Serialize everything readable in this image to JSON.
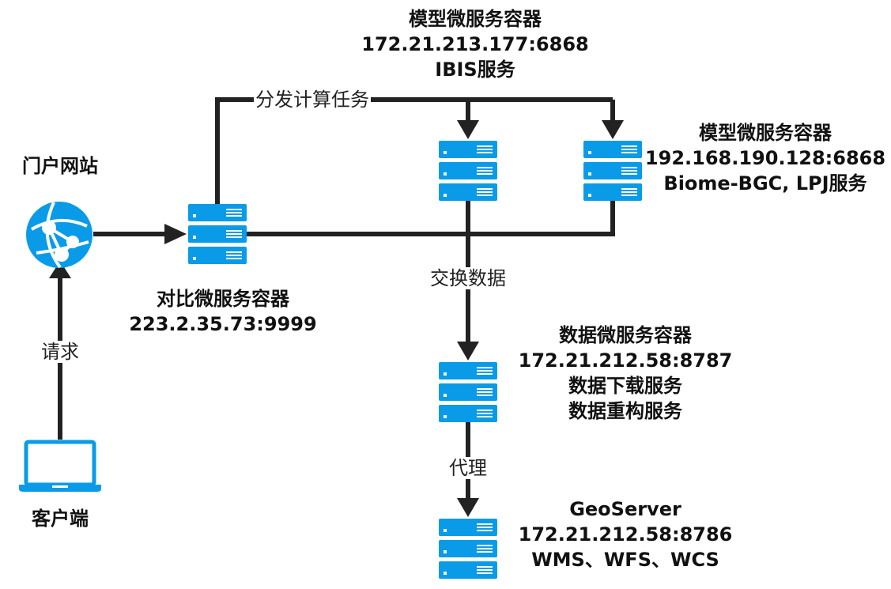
{
  "colors": {
    "server": "#0a9be8",
    "line": "#222222",
    "text": "#111111"
  },
  "nodes": {
    "portal": {
      "title": "门户网站",
      "icon": "globe-network-icon"
    },
    "client": {
      "title": "客户端",
      "icon": "laptop-icon"
    },
    "compare": {
      "title": "对比微服务容器",
      "address": "223.2.35.73:9999",
      "icon": "server-stack-icon"
    },
    "model_ibis": {
      "title": "模型微服务容器",
      "address": "172.21.213.177:6868",
      "service": "IBIS服务",
      "icon": "server-stack-icon"
    },
    "model_biome": {
      "title": "模型微服务容器",
      "address": "192.168.190.128:6868",
      "service": "Biome-BGC, LPJ服务",
      "icon": "server-stack-icon"
    },
    "data": {
      "title": "数据微服务容器",
      "address": "172.21.212.58:8787",
      "service1": "数据下载服务",
      "service2": "数据重构服务",
      "icon": "server-stack-icon"
    },
    "geoserver": {
      "title": "GeoServer",
      "address": "172.21.212.58:8786",
      "service": "WMS、WFS、WCS",
      "icon": "server-stack-icon"
    }
  },
  "edges": {
    "request": "请求",
    "dispatch": "分发计算任务",
    "exchange": "交换数据",
    "proxy": "代理"
  }
}
